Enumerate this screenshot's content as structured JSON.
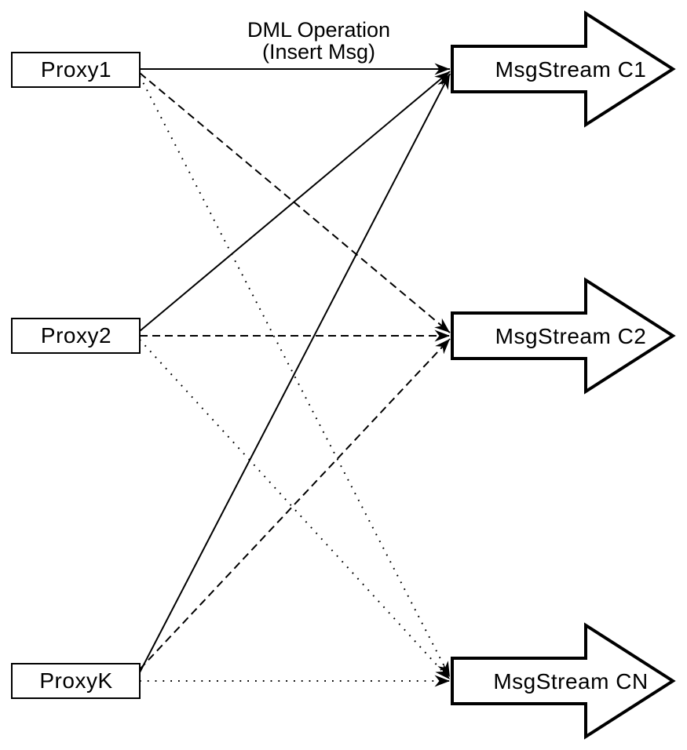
{
  "diagram": {
    "title": {
      "line1": "DML Operation",
      "line2": "(Insert Msg)"
    },
    "proxies": [
      {
        "id": "proxy1",
        "label": "Proxy1"
      },
      {
        "id": "proxy2",
        "label": "Proxy2"
      },
      {
        "id": "proxyk",
        "label": "ProxyK"
      }
    ],
    "streams": [
      {
        "id": "c1",
        "label": "MsgStream C1"
      },
      {
        "id": "c2",
        "label": "MsgStream C2"
      },
      {
        "id": "cn",
        "label": "MsgStream CN"
      }
    ],
    "edges": [
      {
        "from": "Proxy1",
        "to": "MsgStream C1",
        "style": "solid"
      },
      {
        "from": "Proxy2",
        "to": "MsgStream C1",
        "style": "solid"
      },
      {
        "from": "ProxyK",
        "to": "MsgStream C1",
        "style": "solid"
      },
      {
        "from": "Proxy1",
        "to": "MsgStream C2",
        "style": "dashed"
      },
      {
        "from": "Proxy2",
        "to": "MsgStream C2",
        "style": "dashed"
      },
      {
        "from": "ProxyK",
        "to": "MsgStream C2",
        "style": "dashed"
      },
      {
        "from": "Proxy1",
        "to": "MsgStream CN",
        "style": "dotted"
      },
      {
        "from": "Proxy2",
        "to": "MsgStream CN",
        "style": "dotted"
      },
      {
        "from": "ProxyK",
        "to": "MsgStream CN",
        "style": "dotted"
      }
    ],
    "colors": {
      "stroke": "#000000",
      "fill": "#ffffff"
    }
  }
}
